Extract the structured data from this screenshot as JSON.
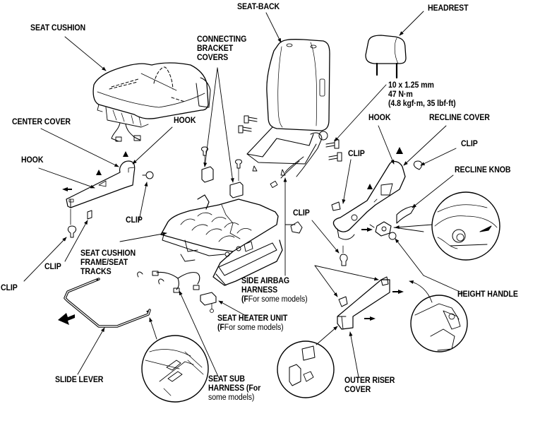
{
  "diagram": {
    "title": "Front seat component exploded view",
    "labels": {
      "seat_cushion": "SEAT CUSHION",
      "seat_back": "SEAT-BACK",
      "headrest": "HEADREST",
      "connecting_bracket_covers": [
        "CONNECTING",
        "BRACKET",
        "COVERS"
      ],
      "center_cover": "CENTER COVER",
      "hook_center_right": "HOOK",
      "hook_center_left": "HOOK",
      "hook_recline": "HOOK",
      "bolt_spec": [
        "10 x 1.25 mm",
        "47 N·m",
        "(4.8 kgf·m, 35 lbf·ft)"
      ],
      "recline_cover": "RECLINE COVER",
      "clip_recline": "CLIP",
      "recline_knob": "RECLINE KNOB",
      "clip_seatback_right": "CLIP",
      "clip_center_right": "CLIP",
      "clip_mid": "CLIP",
      "clip_center_lower": "CLIP",
      "clip_far_left": "CLIP",
      "seat_cushion_frame": [
        "SEAT CUSHION",
        "FRAME/SEAT",
        "TRACKS"
      ],
      "side_airbag_harness": [
        "SIDE AIRBAG",
        "HARNESS"
      ],
      "side_airbag_note": "For some models)",
      "height_handle": "HEIGHT HANDLE",
      "seat_heater_unit": "SEAT HEATER UNIT",
      "seat_heater_note": "For some models)",
      "slide_lever": "SLIDE LEVER",
      "seat_sub_harness": [
        "SEAT SUB",
        "HARNESS (For"
      ],
      "seat_sub_harness_note": "some models)",
      "outer_riser_cover": [
        "OUTER RISER",
        "COVER"
      ],
      "note_prefix": "(F"
    }
  }
}
